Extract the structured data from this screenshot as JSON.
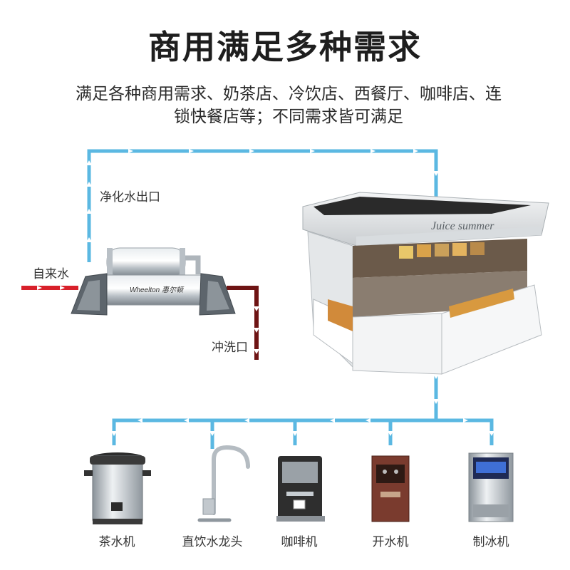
{
  "title": "商用满足多种需求",
  "subtitle": "满足各种商用需求、奶茶店、冷饮店、西餐厅、咖啡店、连锁快餐店等；不同需求皆可满足",
  "labels": {
    "purified_outlet": "净化水出口",
    "tap_water": "自来水",
    "flush_outlet": "冲洗口"
  },
  "filter_brand": "Wheelton 惠尔顿",
  "kiosk_sign": "Juice summer",
  "devices": [
    {
      "label": "茶水机",
      "icon": "tea-urn-icon"
    },
    {
      "label": "直饮水龙头",
      "icon": "faucet-icon"
    },
    {
      "label": "咖啡机",
      "icon": "coffee-machine-icon"
    },
    {
      "label": "开水机",
      "icon": "water-dispenser-icon"
    },
    {
      "label": "制冰机",
      "icon": "ice-machine-icon"
    }
  ],
  "colors": {
    "purified_pipe": "#5bb8e2",
    "tap_pipe": "#d8202a",
    "flush_pipe": "#6e1414"
  }
}
